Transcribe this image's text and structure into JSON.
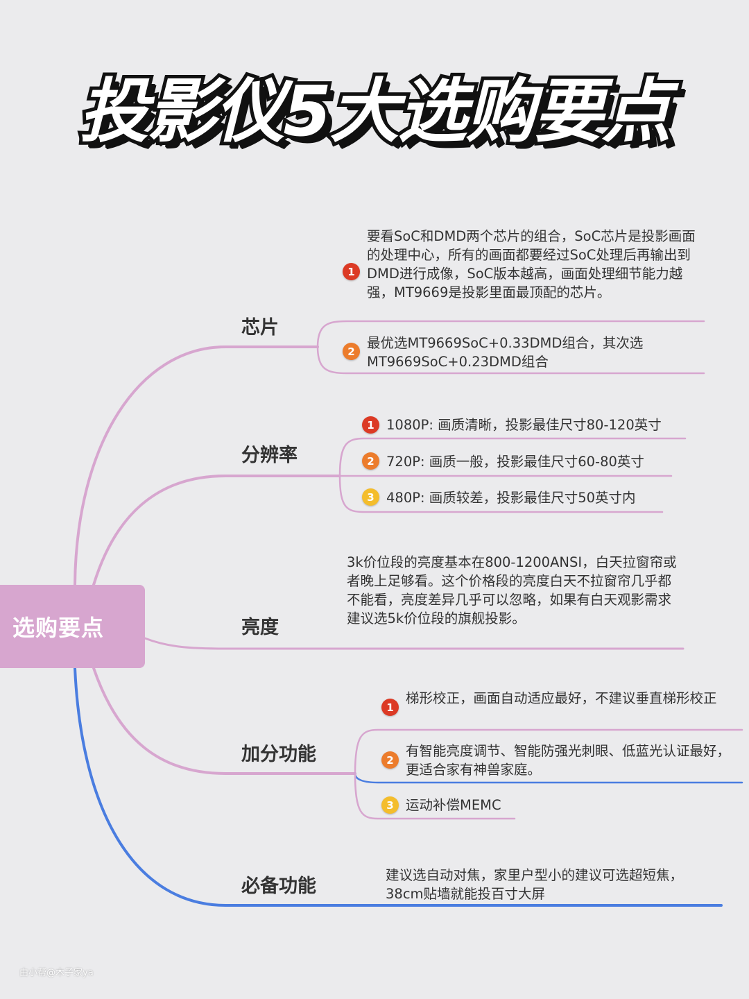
{
  "title": "投影仪5大选购要点",
  "root_label": "选购要点",
  "colors": {
    "pink": "#d7a6cf",
    "blue": "#4a7de0",
    "badge_1": "#dc3a25",
    "badge_2": "#ec7c2c",
    "badge_3": "#f4bd2c"
  },
  "branches": [
    {
      "label": "芯片",
      "notes": [
        {
          "badge": "1",
          "text": "要看SoC和DMD两个芯片的组合，SoC芯片是投影画面的处理中心，所有的画面都要经过SoC处理后再输出到DMD进行成像，SoC版本越高，画面处理细节能力越强，MT9669是投影里面最顶配的芯片。"
        },
        {
          "badge": "2",
          "text": "最优选MT9669SoC+0.33DMD组合，其次选MT9669SoC+0.23DMD组合"
        }
      ]
    },
    {
      "label": "分辨率",
      "notes": [
        {
          "badge": "1",
          "text": "1080P: 画质清晰，投影最佳尺寸80-120英寸"
        },
        {
          "badge": "2",
          "text": "720P: 画质一般，投影最佳尺寸60-80英寸"
        },
        {
          "badge": "3",
          "text": "480P: 画质较差，投影最佳尺寸50英寸内"
        }
      ]
    },
    {
      "label": "亮度",
      "notes": [
        {
          "badge": "",
          "text": "3k价位段的亮度基本在800-1200ANSI，白天拉窗帘或者晚上足够看。这个价格段的亮度白天不拉窗帘几乎都不能看，亮度差异几乎可以忽略，如果有白天观影需求建议选5k价位段的旗舰投影。"
        }
      ]
    },
    {
      "label": "加分功能",
      "notes": [
        {
          "badge": "1",
          "text": "梯形校正，画面自动适应最好，不建议垂直梯形校正"
        },
        {
          "badge": "2",
          "text": "有智能亮度调节、智能防强光刺眼、低蓝光认证最好，更适合家有神兽家庭。"
        },
        {
          "badge": "3",
          "text": "运动补偿MEMC"
        }
      ]
    },
    {
      "label": "必备功能",
      "notes": [
        {
          "badge": "",
          "text": "建议选自动对焦，家里户型小的建议可选超短焦，38cm贴墙就能投百寸大屏"
        }
      ]
    }
  ],
  "watermark": "由小帮@木子家ya"
}
